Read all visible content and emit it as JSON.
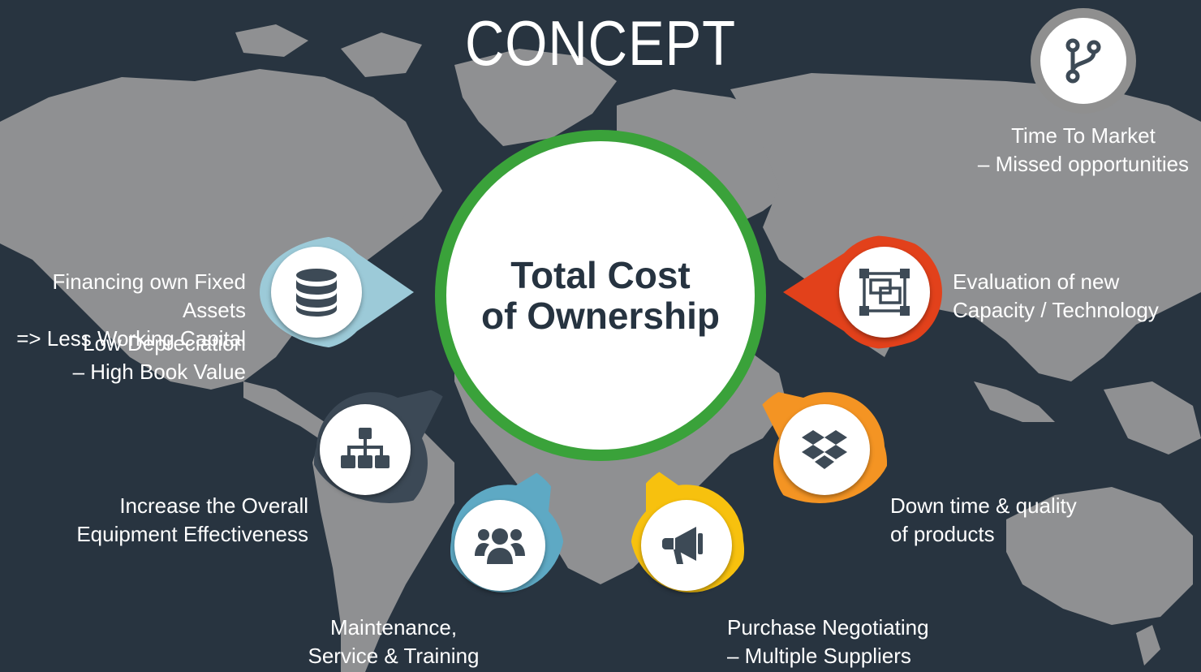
{
  "title": "CONCEPT",
  "center": {
    "text": "Total Cost\nof Ownership"
  },
  "items": [
    {
      "icon": "git-branch-icon",
      "label": "Time To Market\n– Missed opportunities",
      "color": "#8f8f8f"
    },
    {
      "icon": "database-icon",
      "label": "Financing own Fixed Assets\n=> Less Working Capital",
      "label2": "Low Depreciation\n– High Book Value",
      "color": "#9ccad8"
    },
    {
      "icon": "object-group-icon",
      "label": "Evaluation of new\nCapacity / Technology",
      "color": "#e2411b"
    },
    {
      "icon": "sitemap-icon",
      "label": "Increase the Overall\nEquipment Effectiveness",
      "color": "#3c4956"
    },
    {
      "icon": "dropbox-icon",
      "label": "Down time & quality\nof products",
      "color": "#f49423"
    },
    {
      "icon": "users-icon",
      "label": "Maintenance,\nService & Training",
      "color": "#5ea9c4"
    },
    {
      "icon": "bullhorn-icon",
      "label": "Purchase Negotiating\n– Multiple Suppliers",
      "color": "#f7c10e"
    }
  ],
  "colors": {
    "background": "#283440",
    "map": "#9b9b9b",
    "center_ring": "#3aa23a",
    "text_dark": "#263340"
  }
}
